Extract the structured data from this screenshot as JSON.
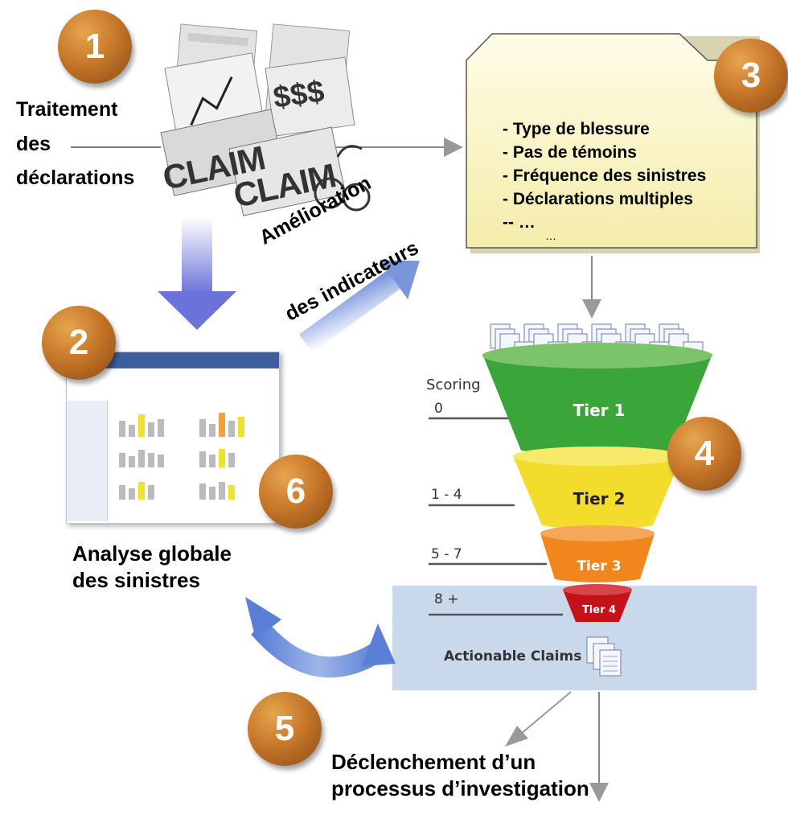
{
  "badges": {
    "b1": "1",
    "b2": "2",
    "b3": "3",
    "b4": "4",
    "b5": "5",
    "b6": "6"
  },
  "labels": {
    "traitement_line1": "Traitement",
    "traitement_line2": "des",
    "traitement_line3": "déclarations",
    "amelioration_line1": "Amélioration",
    "amelioration_line2": "des indicateurs",
    "analyse_line1": "Analyse globale",
    "analyse_line2": "des sinistres",
    "declenchement_line1": "Déclenchement d’un",
    "declenchement_line2": "processus d’investigation"
  },
  "indicators": {
    "items": [
      "- Type de blessure",
      "- Pas de témoins",
      "- Fréquence des sinistres",
      "- Déclarations multiples",
      "-- …"
    ],
    "ellipsis": "…"
  },
  "funnel": {
    "scoring_title": "Scoring",
    "scores": [
      "0",
      "1 - 4",
      "5 - 7",
      "8 +"
    ],
    "tiers": [
      "Tier 1",
      "Tier 2",
      "Tier 3",
      "Tier 4"
    ],
    "actionable": "Actionable Claims",
    "colors": {
      "tier1": "#3aa639",
      "tier2": "#f2dc2c",
      "tier3": "#f0861c",
      "tier4": "#c4121a",
      "panel": "#c9d8ea"
    }
  },
  "claim_docs": {
    "doc1": "CLAIM",
    "doc2": "CLAIM",
    "doc3": "$$$"
  }
}
